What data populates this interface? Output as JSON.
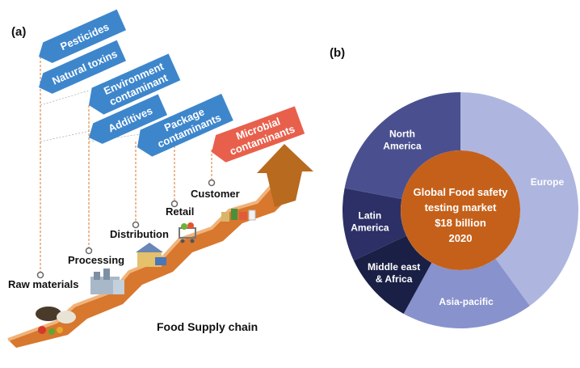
{
  "panel_a": {
    "label": "(a)",
    "contaminants": [
      {
        "lines": [
          "Pesticides"
        ],
        "color": "#3d86cc"
      },
      {
        "lines": [
          "Natural toxins"
        ],
        "color": "#3d86cc"
      },
      {
        "lines": [
          "Environment",
          "contaminant"
        ],
        "color": "#3d86cc"
      },
      {
        "lines": [
          "Additives"
        ],
        "color": "#3d86cc"
      },
      {
        "lines": [
          "Package",
          "contaminants"
        ],
        "color": "#3d86cc"
      },
      {
        "lines": [
          "Microbial",
          "contaminants"
        ],
        "color": "#e8604c"
      }
    ],
    "stages": [
      "Raw materials",
      "Processing",
      "Distribution",
      "Retail",
      "Customer"
    ],
    "chain_label": "Food Supply chain",
    "colors": {
      "stairs": "#d8772e",
      "stairs_top": "#f0b37a",
      "arrow": "#b86a1f"
    }
  },
  "panel_b": {
    "label": "(b)",
    "center_lines": [
      "Global Food safety",
      "testing market",
      "$18 billion",
      "2020"
    ],
    "center_color": "#c5601a"
  },
  "chart_data": {
    "type": "pie",
    "variant": "donut",
    "categories": [
      "Europe",
      "Asia-pacific",
      "Middle east & Africa",
      "Latin America",
      "North America"
    ],
    "values": [
      40,
      18,
      10,
      10,
      22
    ],
    "label_lines": [
      [
        "Europe"
      ],
      [
        "Asia-pacific"
      ],
      [
        "Middle east",
        "& Africa"
      ],
      [
        "Latin",
        "America"
      ],
      [
        "North",
        "America"
      ]
    ],
    "colors": [
      "#aeb6df",
      "#8892cc",
      "#1a1f45",
      "#2c3066",
      "#4a508f"
    ],
    "start_angle_deg": 0,
    "legend": "none"
  }
}
